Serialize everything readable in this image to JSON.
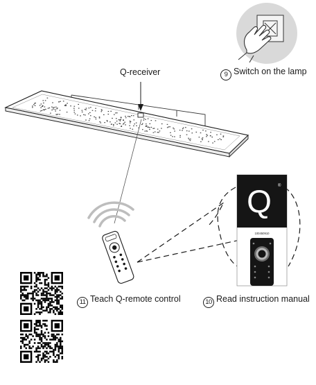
{
  "labels": {
    "receiver": "Q-receiver",
    "step9_num": "9",
    "step9_text": "Switch on the lamp",
    "step10_num": "10",
    "step10_text": "Read instruction manual",
    "step11_num": "11",
    "step11_text": "Teach Q-remote  control"
  },
  "manual": {
    "logo_letter": "Q",
    "logo_mark": "®",
    "model_text": "100450910"
  },
  "icons": {
    "wall_switch": "hand-pressing-switch-icon",
    "remote": "remote-control-icon",
    "signal": "wireless-signal-icon",
    "qr": "qr-code-icon"
  },
  "colors": {
    "line": "#1a1a1a",
    "panel_fill": "#ffffff",
    "switch_bg": "#d9d9d9",
    "manual_black": "#151515",
    "signal_gray": "#bdbdbd"
  }
}
